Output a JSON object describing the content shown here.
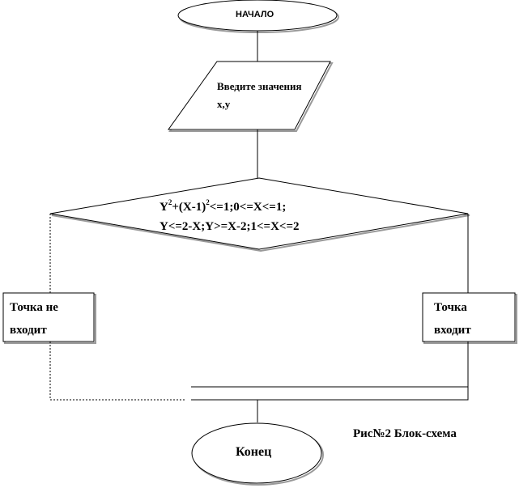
{
  "diagram": {
    "start": {
      "label": "НАЧАЛО"
    },
    "input": {
      "line1": "Введите значения",
      "line2": "x,y"
    },
    "condition": {
      "line1_a": "Y",
      "line1_sup1": "2",
      "line1_b": "+(X-1)",
      "line1_sup2": "2",
      "line1_c": "<=1;0<=X<=1;",
      "line2": "Y<=2-X;Y>=X-2;1<=X<=2"
    },
    "no_branch": {
      "line1": "Точка не",
      "line2": "входит"
    },
    "yes_branch": {
      "line1": "Точка",
      "line2": "входит"
    },
    "end": {
      "label": "Конец"
    },
    "caption": "Рис№2 Блок-схема"
  },
  "colors": {
    "stroke": "#000000",
    "shadow": "#9a9a9a",
    "background": "#ffffff"
  }
}
